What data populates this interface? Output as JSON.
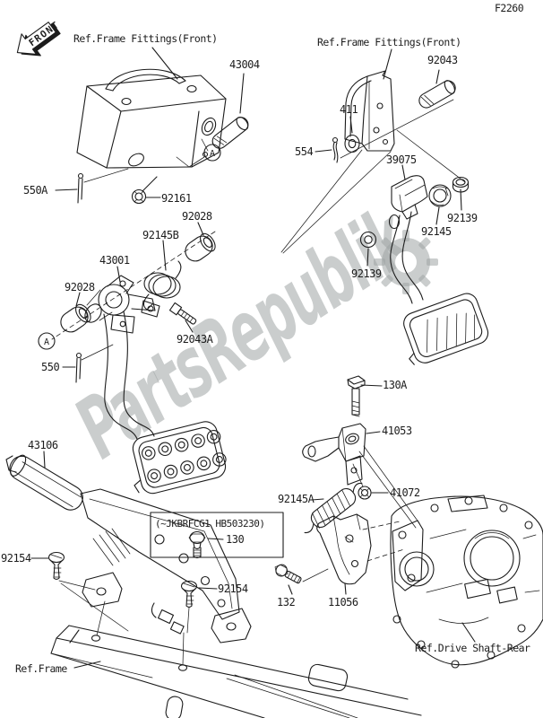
{
  "page": {
    "code": "F2260"
  },
  "front_marker": {
    "label": "FRONT"
  },
  "watermark": {
    "text": "PartsRepublik",
    "icon": "gear-icon",
    "color": "#9ea4a4"
  },
  "references": {
    "frame_fittings_front_left": "Ref.Frame Fittings(Front)",
    "frame_fittings_front_right": "Ref.Frame Fittings(Front)",
    "frame": "Ref.Frame",
    "drive_shaft_rear": "Ref.Drive Shaft-Rear"
  },
  "detail_markers": {
    "a_top": "A",
    "a_bottom": "A"
  },
  "serial_note": {
    "text": "(~JKBRFCG1 HB503230)"
  },
  "labels": {
    "l43004": "43004",
    "l92043": "92043",
    "l411": "411",
    "l554": "554",
    "l550A": "550A",
    "l92161": "92161",
    "l39075": "39075",
    "l92028r": "92028",
    "l92145B": "92145B",
    "l43001": "43001",
    "l92028l": "92028",
    "l92139r": "92139",
    "l92145": "92145",
    "l92139l": "92139",
    "l92043A": "92043A",
    "l550": "550",
    "l130A": "130A",
    "l41053": "41053",
    "l41072": "41072",
    "l92145A": "92145A",
    "l43106": "43106",
    "l92154l": "92154",
    "l92154r": "92154",
    "l130": "130",
    "l132": "132",
    "l11056": "11056"
  }
}
